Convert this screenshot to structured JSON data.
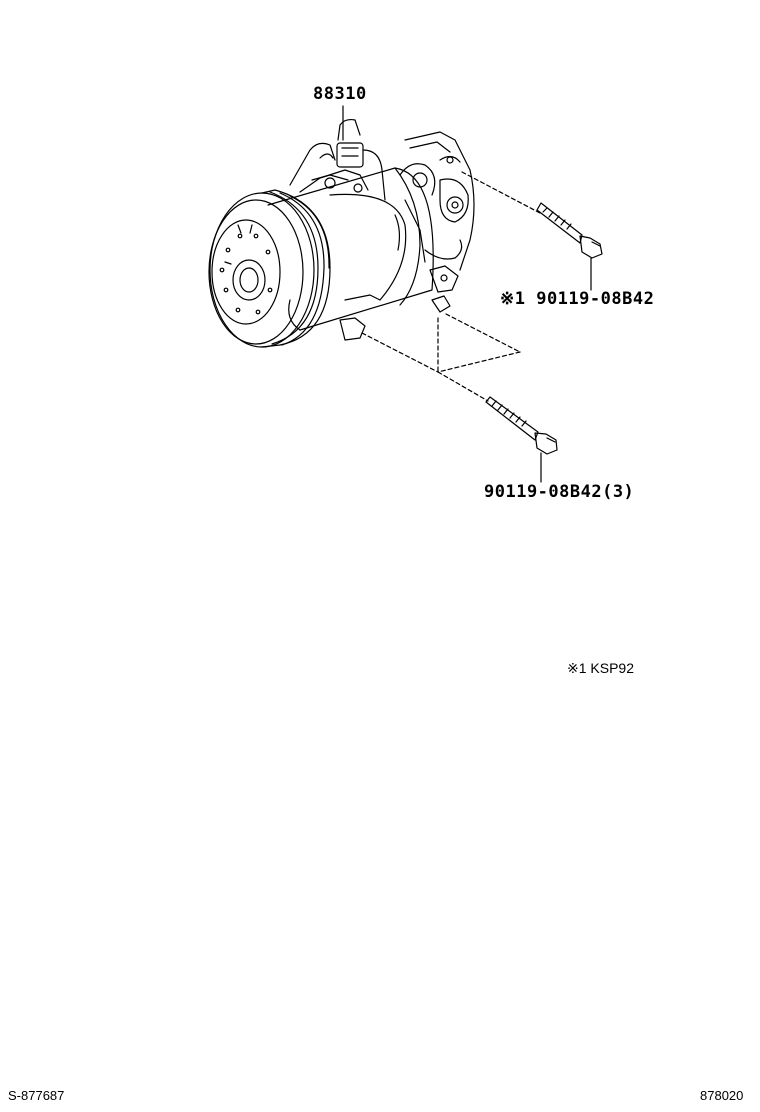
{
  "diagram": {
    "main_part": "88310",
    "upper_bolt": "※1 90119-08B42",
    "lower_bolt": "90119-08B42(3)",
    "footnote": "※1  KSP92",
    "footer_left": "S-877687",
    "footer_right": "878020"
  }
}
